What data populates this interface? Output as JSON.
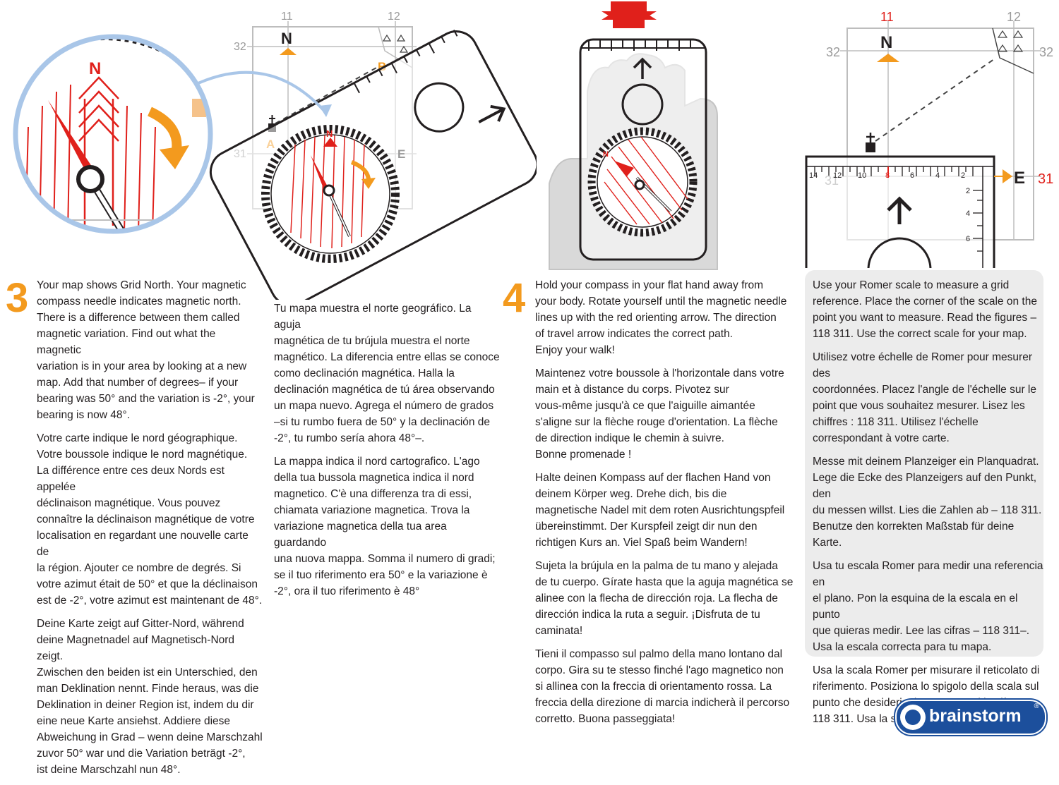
{
  "colors": {
    "accent_orange": "#f39a1e",
    "needle_red": "#e0201b",
    "logo_blue": "#1c4f9c",
    "panel_grey": "#ececec"
  },
  "figure3": {
    "grid_top_labels": [
      "11",
      "12"
    ],
    "grid_side_labels": [
      "32",
      "31"
    ],
    "north": "N",
    "point_a": "A",
    "point_b": "B",
    "east": "E",
    "zoom_north": "N"
  },
  "figure4": {
    "north": "N"
  },
  "figure5": {
    "grid_top_labels": [
      "11",
      "12"
    ],
    "grid_side_labels": [
      "32",
      "32"
    ],
    "north": "N",
    "east": "E",
    "east_value": "31",
    "scale_labels": [
      "14",
      "12",
      "10",
      "8",
      "6",
      "4",
      "2"
    ],
    "side_scale_labels": [
      "2",
      "4",
      "6"
    ],
    "faint_label": "31"
  },
  "step3": {
    "number": "3",
    "en": "Your map shows Grid North. Your magnetic\ncompass needle indicates magnetic north.\nThere is a difference between them called\nmagnetic variation. Find out what the magnetic\nvariation is in your area by looking at a new\nmap. Add that number of degrees– if your\nbearing was 50° and the variation is -2°, your\nbearing is now 48°.",
    "fr": "Votre carte indique le nord géographique.\nVotre boussole indique le nord magnétique.\nLa différence entre ces deux Nords est appelée\ndéclinaison magnétique. Vous pouvez\nconnaître la déclinaison magnétique de votre\nlocalisation en regardant une nouvelle carte de\nla région. Ajouter ce nombre de degrés. Si\nvotre azimut était de 50° et que la déclinaison\nest de -2°, votre azimut est maintenant de 48°.",
    "de": "Deine Karte zeigt auf Gitter-Nord, während\ndeine Magnetnadel auf Magnetisch-Nord zeigt.\nZwischen den beiden ist ein Unterschied, den\nman Deklination nennt. Finde heraus, was die\nDeklination in deiner Region ist, indem du dir\neine neue Karte ansiehst. Addiere diese\nAbweichung in Grad –  wenn deine Marschzahl\nzuvor 50° war und die Variation beträgt -2°,\nist deine Marschzahl nun 48°.",
    "es": "Tu mapa muestra el norte geográfico. La aguja\nmagnética de tu brújula muestra el norte\nmagnético. La diferencia entre ellas se conoce\ncomo declinación magnética. Halla la\ndeclinación magnética de tú área observando\nun mapa nuevo. Agrega el número de grados\n–si tu rumbo fuera de 50° y la declinación de\n-2°, tu rumbo sería ahora 48°–.",
    "it": "La mappa indica il nord cartografico. L'ago\ndella tua bussola magnetica indica il nord\nmagnetico. C'è una differenza tra di essi,\nchiamata variazione magnetica. Trova la\nvariazione magnetica della tua area guardando\nuna nuova mappa. Somma il numero di gradi;\nse il tuo riferimento era 50° e la variazione è\n-2°, ora il tuo riferimento è 48°"
  },
  "step4": {
    "number": "4",
    "en": "Hold your compass in your flat hand away from\nyour body. Rotate yourself until the magnetic needle\nlines up with the red orienting arrow. The direction\nof travel arrow indicates the correct path.\nEnjoy your walk!",
    "fr": "Maintenez votre boussole à l'horizontale dans votre\nmain et à distance du corps. Pivotez sur\nvous-même jusqu'à ce que l'aiguille aimantée\ns'aligne sur la flèche rouge d'orientation. La flèche\nde direction indique le chemin à suivre.\nBonne promenade !",
    "de": "Halte deinen Kompass auf der flachen Hand von\ndeinem Körper weg. Drehe dich, bis die\nmagnetische Nadel  mit dem roten Ausrichtungspfeil\nübereinstimmt. Der Kurspfeil zeigt dir nun den\nrichtigen Kurs an. Viel Spaß beim Wandern!",
    "es": "Sujeta la brújula en la palma de tu mano y alejada\nde tu cuerpo. Gírate hasta que la aguja magnética se\nalinee con la flecha de dirección roja. La flecha de\ndirección indica la ruta a seguir. ¡Disfruta de tu\ncaminata!",
    "it": "Tieni il compasso sul palmo della mano lontano dal\ncorpo. Gira su te stesso finché l'ago magnetico non\nsi allinea con la freccia di orientamento rossa. La\nfreccia della direzione di marcia indicherà il percorso\ncorretto. Buona passeggiata!"
  },
  "step5": {
    "en": "Use your Romer scale to measure a grid\nreference. Place the corner of the scale on the\npoint you want to measure. Read the figures –\n118 311. Use the correct scale for your map.",
    "fr": "Utilisez votre échelle de Romer pour mesurer des\ncoordonnées. Placez l'angle de l'échelle sur le\npoint que vous souhaitez mesurer. Lisez les\nchiffres : 118 311. Utilisez l'échelle\ncorrespondant à votre carte.",
    "de": "Messe mit deinem Planzeiger ein Planquadrat.\nLege die Ecke des Planzeigers auf den Punkt, den\ndu messen willst. Lies die Zahlen ab  – 118 311.\nBenutze den korrekten Maßstab für deine Karte.",
    "es": "Usa tu escala Romer para medir una referencia en\nel plano. Pon la esquina de la escala en el punto\nque quieras medir. Lee las cifras – 118 311–.\nUsa la escala correcta para tu mapa.",
    "it": "Usa la scala Romer per misurare il reticolato di\nriferimento. Posiziona lo spigolo della scala sul\npunto che desideri misurare. Leggi le cifre:\n118 311. Usa la scala corretta per la tua mappa."
  },
  "brand": {
    "logo_text": "brainstorm",
    "registered": "®"
  }
}
